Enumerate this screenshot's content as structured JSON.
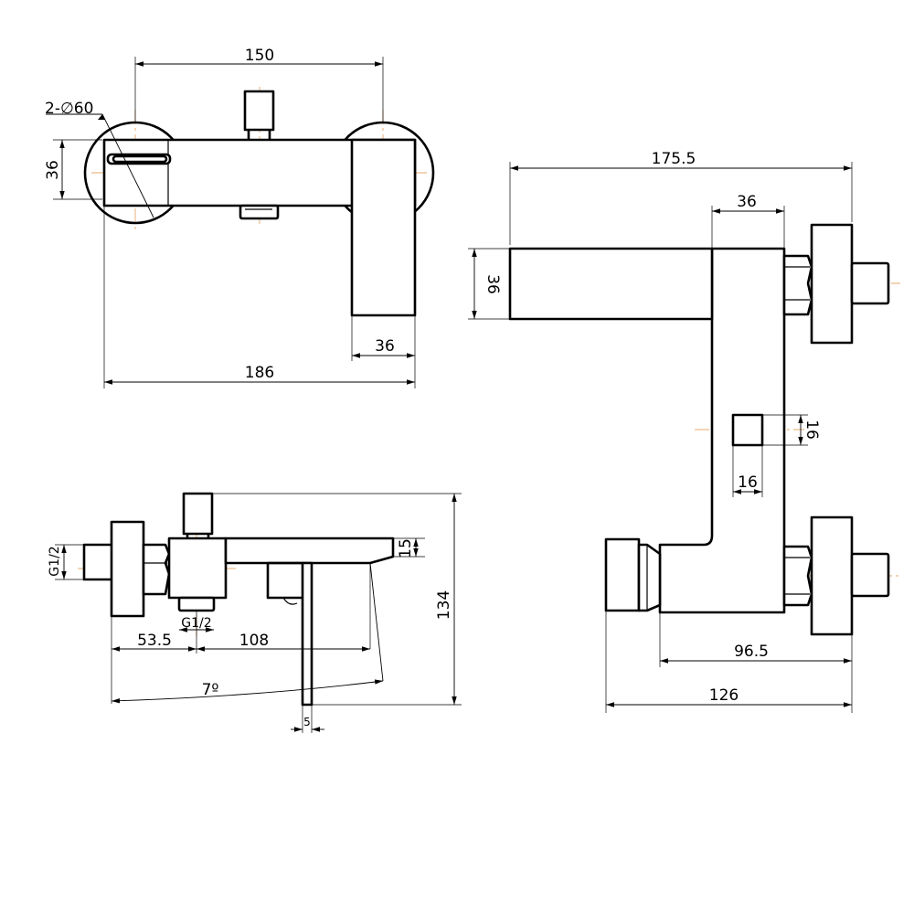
{
  "top_view": {
    "dim_width": "150",
    "dim_eccentric": "2-∅60",
    "dim_height": "36",
    "dim_handle": "36",
    "dim_total": "186"
  },
  "side_view": {
    "dim_thread_left": "G1/2",
    "dim_thread_bottom": "G1/2",
    "dim_spout_thickness": "15",
    "dim_height": "134",
    "dim_offset": "53.5",
    "dim_spout_reach": "108",
    "dim_angle": "7º",
    "dim_lever": "5"
  },
  "front_view": {
    "dim_total_width": "175.5",
    "dim_spout_top": "36",
    "dim_spout_height": "36",
    "dim_knob_height": "16",
    "dim_knob_width": "16",
    "dim_body_width": "96.5",
    "dim_overall": "126"
  }
}
